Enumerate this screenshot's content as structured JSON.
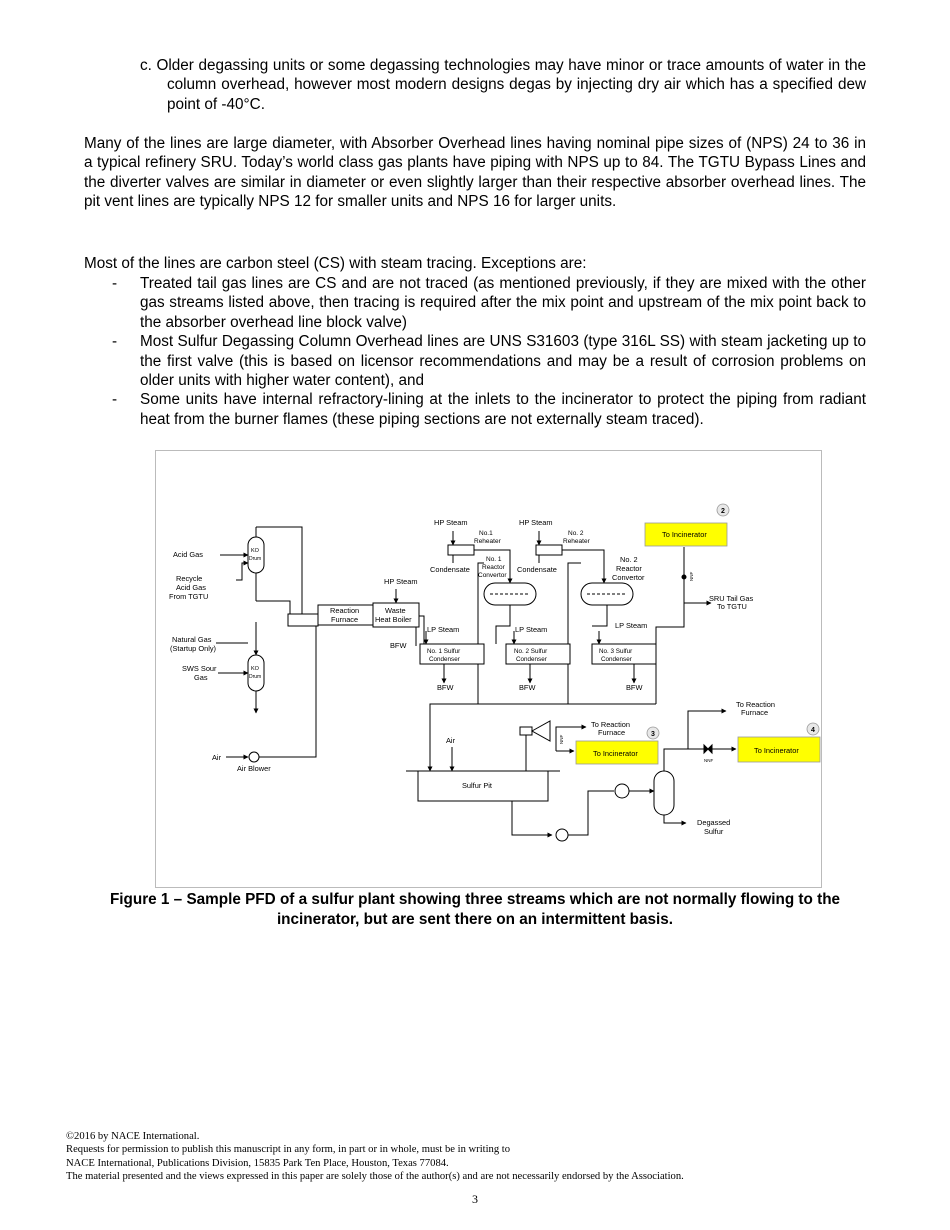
{
  "body": {
    "item_c": "c. Older degassing units or some degassing technologies may have minor or trace amounts of water in the column overhead, however most modern designs degas by injecting dry air which has a specified dew point of -40°C.",
    "para1": "Many of the lines are large diameter, with Absorber Overhead lines having nominal pipe sizes of (NPS) 24 to 36 in a typical refinery SRU. Today’s world class gas plants have piping with NPS up to 84. The TGTU Bypass Lines and the diverter valves are similar in diameter or even slightly larger than their respective absorber overhead lines. The pit vent lines are typically NPS 12 for smaller units and NPS 16 for larger units.",
    "para2": "Most of the lines are carbon steel (CS) with steam tracing. Exceptions are:",
    "bullets": [
      "Treated tail gas lines are CS and are not traced (as mentioned previously, if they are mixed with the other gas streams listed above, then tracing is required after the mix point and upstream of the mix point back to the absorber overhead line block valve)",
      "Most Sulfur Degassing Column Overhead lines are UNS S31603 (type 316L SS) with steam jacketing up to the first valve (this is based on licensor recommendations and may be a result of corrosion problems on older units with higher water content), and",
      "Some units have internal refractory-lining at the inlets to the incinerator to protect the piping from radiant heat from the burner flames (these piping sections are not externally steam traced)."
    ],
    "bullet_marker": "-"
  },
  "figure": {
    "labels": {
      "acid_gas": "Acid Gas",
      "recycle_1": "Recycle",
      "recycle_2": "Acid Gas",
      "recycle_3": "From TGTU",
      "natural_gas_1": "Natural Gas",
      "natural_gas_2": "(Startup Only)",
      "sws_1": "SWS Sour",
      "sws_2": "Gas",
      "ko1_a": "KO",
      "ko1_b": "Drum",
      "ko2_a": "KO",
      "ko2_b": "Drum",
      "air": "Air",
      "air_blower": "Air Blower",
      "reaction_furnace_1": "Reaction",
      "reaction_furnace_2": "Furnace",
      "whb_1": "Waste",
      "whb_2": "Heat Boiler",
      "hp_steam_whb": "HP Steam",
      "bfw_whb": "BFW",
      "hp_steam_1": "HP Steam",
      "hp_steam_2": "HP Steam",
      "reheater1_1": "No.1",
      "reheater1_2": "Reheater",
      "reheater2_1": "No. 2",
      "reheater2_2": "Reheater",
      "condensate_1": "Condensate",
      "condensate_2": "Condensate",
      "conv1_1": "No. 1",
      "conv1_2": "Reactor",
      "conv1_3": "Convertor",
      "conv2_1": "No. 2",
      "conv2_2": "Reactor",
      "conv2_3": "Convertor",
      "lp_steam_1": "LP Steam",
      "lp_steam_2": "LP Steam",
      "lp_steam_3": "LP Steam",
      "cond1_1": "No. 1 Sulfur",
      "cond1_2": "Condenser",
      "cond2_1": "No. 2 Sulfur",
      "cond2_2": "Condenser",
      "cond3_1": "No. 3 Sulfur",
      "cond3_2": "Condenser",
      "bfw_1": "BFW",
      "bfw_2": "BFW",
      "bfw_3": "BFW",
      "srutail_1": "SRU Tail Gas",
      "srutail_2": "To TGTU",
      "nnf_1": "NNF",
      "nnf_2": "NNF",
      "nnf_3": "NNF",
      "to_incinerator_2": "To Incinerator",
      "to_incinerator_3": "To Incinerator",
      "to_incinerator_4": "To Incinerator",
      "to_rf_3_1": "To Reaction",
      "to_rf_3_2": "Furnace",
      "to_rf_4_1": "To Reaction",
      "to_rf_4_2": "Furnace",
      "air_pit": "Air",
      "sulfur_pit": "Sulfur  Pit",
      "degassed_1": "Degassed",
      "degassed_2": "Sulfur",
      "num_2": "2",
      "num_3": "3",
      "num_4": "4"
    },
    "highlight_color": "#ffff00",
    "caption": "Figure 1 – Sample PFD of a sulfur plant showing three streams which are not normally flowing to the incinerator, but are sent there on an intermittent basis."
  },
  "footer": {
    "line1": "©2016 by NACE International.",
    "line2": "Requests for permission to publish this manuscript in any form, in part or in whole, must be in writing to",
    "line3": "NACE International, Publications Division, 15835 Park Ten Place, Houston, Texas 77084.",
    "line4": "The material presented and the views expressed in this paper are solely those of the author(s) and are not necessarily endorsed by the Association.",
    "page_number": "3"
  }
}
